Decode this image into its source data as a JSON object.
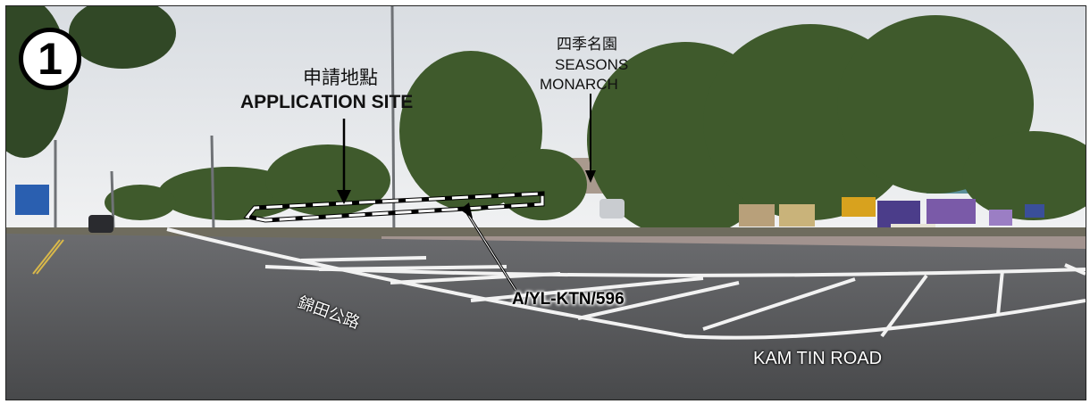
{
  "badge": {
    "number": "1"
  },
  "labels": {
    "application_site_cn": "申請地點",
    "application_site_en": "APPLICATION SITE",
    "seasons_monarch_cn": "四季名園",
    "seasons_monarch_en_line1": "SEASONS",
    "seasons_monarch_en_line2": "MONARCH",
    "case_number": "A/YL-KTN/596",
    "road_name_cn": "錦田公路",
    "road_name_en": "KAM TIN ROAD"
  },
  "colors": {
    "sky": "#e6e9ec",
    "trees": "#3f5a2c",
    "road": "#5a5b5d",
    "road_marking": "#f2f2f2",
    "annotation_stroke": "#000000",
    "annotation_fill": "#ffffff"
  }
}
